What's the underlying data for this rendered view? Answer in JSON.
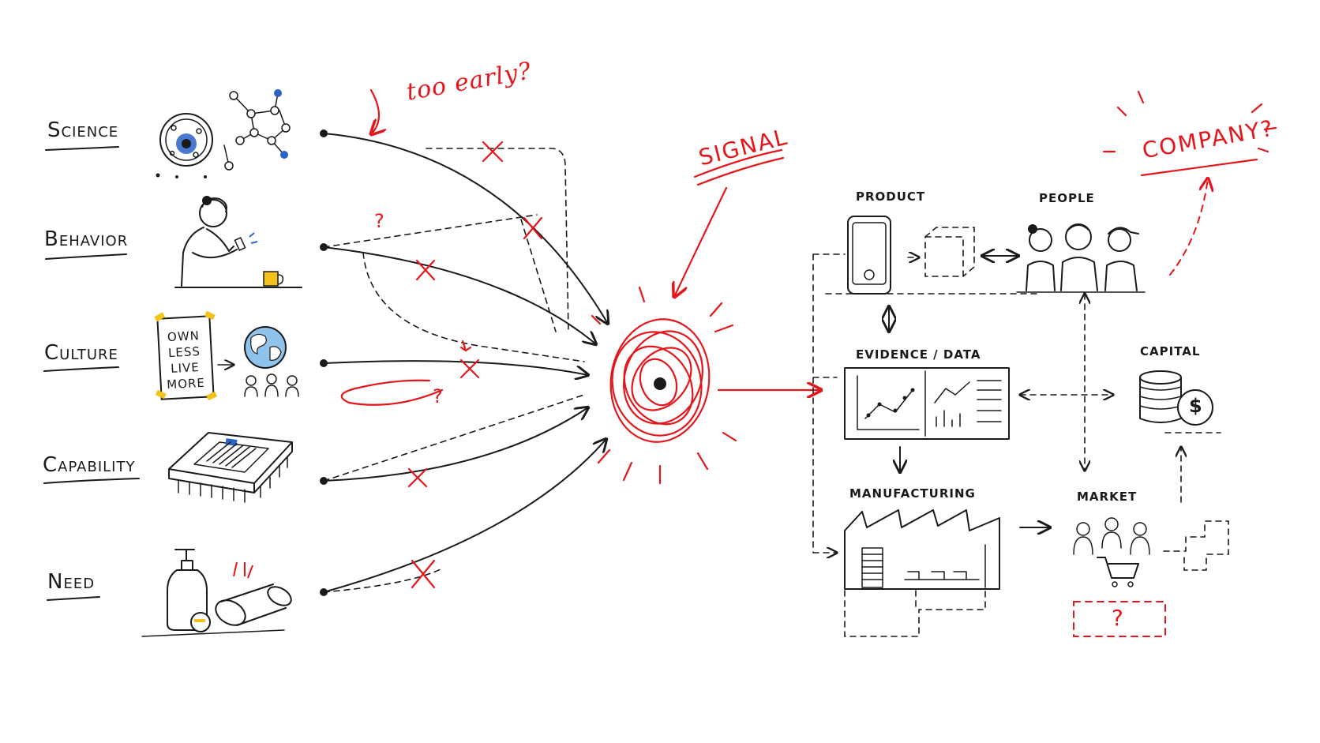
{
  "sources": [
    {
      "label": "Science"
    },
    {
      "label": "Behavior"
    },
    {
      "label": "Culture"
    },
    {
      "label": "Capability"
    },
    {
      "label": "Need"
    }
  ],
  "poster": {
    "lines": [
      "OWN",
      "LESS",
      "LIVE",
      "MORE"
    ]
  },
  "annotations": {
    "too_early": "too early?",
    "signal": "SIGNAL",
    "company": "COMPANY?",
    "question": "?"
  },
  "outcomes": {
    "product": "Product",
    "people": "People",
    "evidence": "Evidence / Data",
    "capital": "Capital",
    "manufacturing": "Manufacturing",
    "market": "Market",
    "unknown": "?"
  },
  "icons": [
    "cell-icon",
    "molecule-icon",
    "person-phone-icon",
    "mug-icon",
    "poster-icon",
    "globe-icon",
    "crowd-icon",
    "chip-icon",
    "soap-bottle-icon",
    "can-icon",
    "phone-device-icon",
    "team-icon",
    "dashboard-icon",
    "coins-icon",
    "factory-icon",
    "shopping-cart-icon"
  ],
  "colors": {
    "ink": "#1a1a1a",
    "accent": "#e5161b",
    "blue": "#2a62c9",
    "yellow": "#f2c21b"
  }
}
